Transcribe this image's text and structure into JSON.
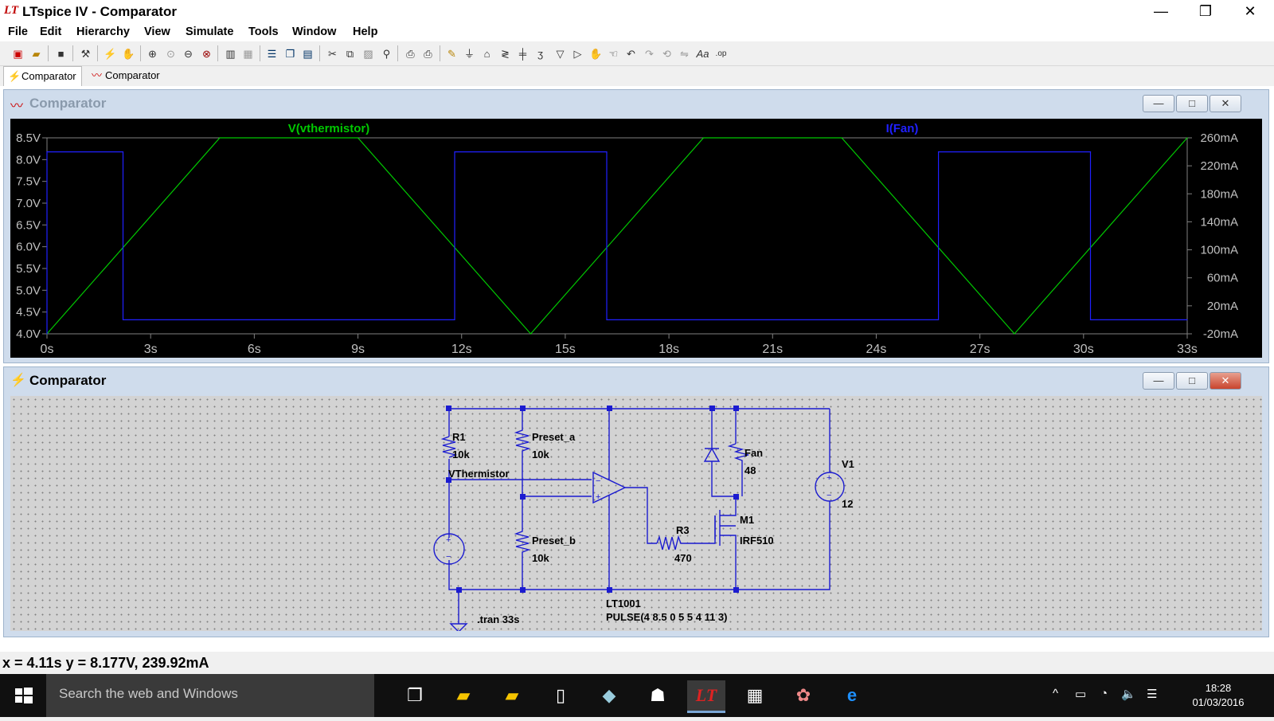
{
  "window": {
    "title": "LTspice IV - Comparator",
    "logo": "LT",
    "controls": {
      "minimize": "—",
      "restore": "❐",
      "close": "✕"
    }
  },
  "menu": [
    "File",
    "Edit",
    "Hierarchy",
    "View",
    "Simulate",
    "Tools",
    "Window",
    "Help"
  ],
  "toolbar_icons": [
    "new-schematic-icon",
    "open-icon",
    "save-icon",
    "control-panel-icon",
    "run-icon",
    "halt-icon",
    "zoom-in-icon",
    "zoom-area-icon",
    "zoom-out-icon",
    "zoom-fit-icon",
    "autorange-icon",
    "grid-icon",
    "tile-horizontal-icon",
    "cascade-icon",
    "tile-vertical-icon",
    "cut-icon",
    "copy-icon",
    "paste-icon",
    "find-icon",
    "print-setup-icon",
    "print-icon",
    "wire-icon",
    "ground-icon",
    "label-icon",
    "resistor-icon",
    "capacitor-icon",
    "inductor-icon",
    "diode-icon",
    "component-icon",
    "move-icon",
    "drag-icon",
    "undo-icon",
    "redo-icon",
    "rotate-icon",
    "mirror-icon",
    "text-icon",
    "spice-directive-icon"
  ],
  "tabs": [
    {
      "label": "Comparator",
      "icon": "schematic-icon",
      "active": true
    },
    {
      "label": "Comparator",
      "icon": "waveform-icon",
      "active": false
    }
  ],
  "waveform_window": {
    "title": "Comparator",
    "icon": "waveform-icon",
    "controls": {
      "minimize": "—",
      "maximize": "□",
      "close": "✕"
    }
  },
  "schematic_window": {
    "title": "Comparator",
    "icon": "schematic-icon",
    "controls": {
      "minimize": "—",
      "maximize": "□",
      "close": "✕"
    },
    "labels": {
      "r1_name": "R1",
      "r1_value": "10k",
      "preset_a_name": "Preset_a",
      "preset_a_value": "10k",
      "net_vthermistor": "VThermistor",
      "preset_b_name": "Preset_b",
      "preset_b_value": "10k",
      "fan_name": "Fan",
      "fan_value": "48",
      "v1_name": "V1",
      "v1_value": "12",
      "m1_name": "M1",
      "m1_value": "IRF510",
      "r3_name": "R3",
      "r3_value": "470",
      "opamp_value": "LT1001",
      "source_value": "PULSE(4 8.5 0 5 5 4 11 3)",
      "directive": ".tran 33s",
      "plus_sign": "+",
      "minus_sign": "−"
    }
  },
  "status": {
    "text": "x = 4.11s     y = 8.177V, 239.92mA"
  },
  "taskbar": {
    "search_placeholder": "Search the web and Windows",
    "apps": [
      "task-view-icon",
      "file-explorer-icon",
      "folder-icon",
      "document-icon",
      "notes-icon",
      "cat-app-icon",
      "ltspice-icon",
      "calculator-icon",
      "paint-icon",
      "edge-icon"
    ],
    "tray": {
      "chevron": "^",
      "battery": "▭",
      "wifi": "◔",
      "volume": "🔈",
      "notifications": "☰"
    },
    "time": "18:28",
    "date": "01/03/2016"
  },
  "chart_data": {
    "type": "line",
    "title": "",
    "xlabel": "",
    "ylabel": "",
    "x_ticks": [
      "0s",
      "3s",
      "6s",
      "9s",
      "12s",
      "15s",
      "18s",
      "21s",
      "24s",
      "27s",
      "30s",
      "33s"
    ],
    "y_left_ticks": [
      "4.0V",
      "4.5V",
      "5.0V",
      "5.5V",
      "6.0V",
      "6.5V",
      "7.0V",
      "7.5V",
      "8.0V",
      "8.5V"
    ],
    "y_right_ticks": [
      "-20mA",
      "20mA",
      "60mA",
      "100mA",
      "140mA",
      "180mA",
      "220mA",
      "260mA"
    ],
    "xlim": [
      0,
      33
    ],
    "ylim_left": [
      4.0,
      8.5
    ],
    "ylim_right": [
      -20,
      260
    ],
    "grid": false,
    "background": "#000000",
    "series": [
      {
        "name": "V(vthermistor)",
        "axis": "left",
        "color": "#00c800",
        "unit": "V",
        "x": [
          0,
          5,
          9,
          14,
          19,
          23,
          28,
          33
        ],
        "y": [
          4.0,
          8.5,
          8.5,
          4.0,
          8.5,
          8.5,
          4.0,
          8.5
        ]
      },
      {
        "name": "I(Fan)",
        "axis": "right",
        "color": "#2020ff",
        "unit": "mA",
        "x": [
          0,
          0,
          2.2,
          2.2,
          11.8,
          11.8,
          16.2,
          16.2,
          25.8,
          25.8,
          30.2,
          30.2,
          33
        ],
        "y": [
          -20,
          240,
          240,
          0,
          0,
          240,
          240,
          0,
          0,
          240,
          240,
          0,
          0
        ]
      }
    ]
  }
}
